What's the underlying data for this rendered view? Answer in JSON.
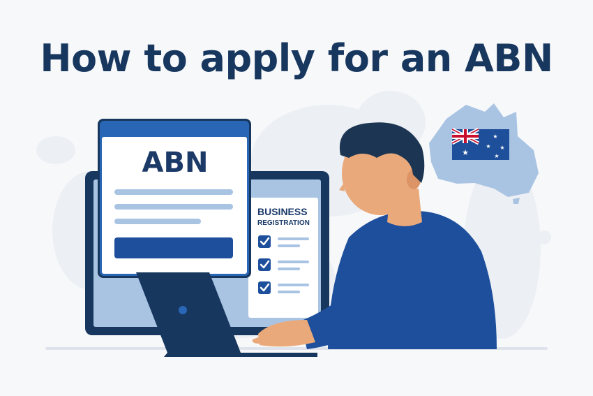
{
  "title": "How to apply for an ABN",
  "form_card": {
    "heading": "ABN"
  },
  "registration_panel": {
    "title_line1": "BUSINESS",
    "title_line2": "REGISTRATION",
    "checked_items": 3
  },
  "colors": {
    "navy": "#17375e",
    "blue": "#1d4f9c",
    "light_blue": "#a9c4e3",
    "skin": "#e9a97a"
  }
}
